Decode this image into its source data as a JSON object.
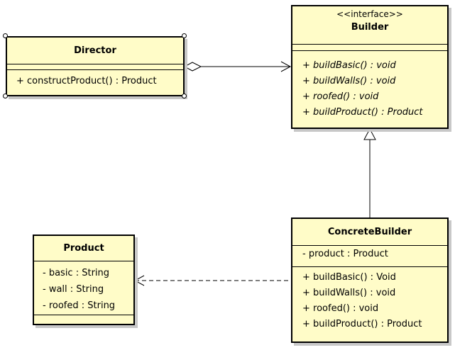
{
  "diagram": {
    "classes": {
      "director": {
        "name": "Director",
        "attributes": [],
        "operations": [
          {
            "text": "+ constructProduct() : Product",
            "abstract": false
          }
        ]
      },
      "builder": {
        "stereotype": "<<interface>>",
        "name": "Builder",
        "attributes": [],
        "operations": [
          {
            "text": "+ buildBasic() : void",
            "abstract": true
          },
          {
            "text": "+ buildWalls() : void",
            "abstract": true
          },
          {
            "text": "+ roofed() : void",
            "abstract": true
          },
          {
            "text": "+ buildProduct() : Product",
            "abstract": true
          }
        ]
      },
      "concrete_builder": {
        "name": "ConcreteBuilder",
        "attributes": [
          {
            "text": "- product : Product"
          }
        ],
        "operations": [
          {
            "text": "+ buildBasic() : Void",
            "abstract": false
          },
          {
            "text": "+ buildWalls() : void",
            "abstract": false
          },
          {
            "text": "+ roofed() : void",
            "abstract": false
          },
          {
            "text": "+ buildProduct() : Product",
            "abstract": false
          }
        ]
      },
      "product": {
        "name": "Product",
        "attributes": [
          {
            "text": "- basic : String"
          },
          {
            "text": "- wall : String"
          },
          {
            "text": "- roofed : String"
          }
        ],
        "operations": []
      }
    },
    "relationships": [
      {
        "kind": "aggregation",
        "from": "director",
        "to": "builder"
      },
      {
        "kind": "realization",
        "from": "concrete_builder",
        "to": "builder"
      },
      {
        "kind": "dependency",
        "from": "concrete_builder",
        "to": "product"
      }
    ],
    "colors": {
      "class_fill": "#fffcc8",
      "class_border": "#000000",
      "shadow": "#c8c8c8",
      "line": "#000000"
    }
  }
}
